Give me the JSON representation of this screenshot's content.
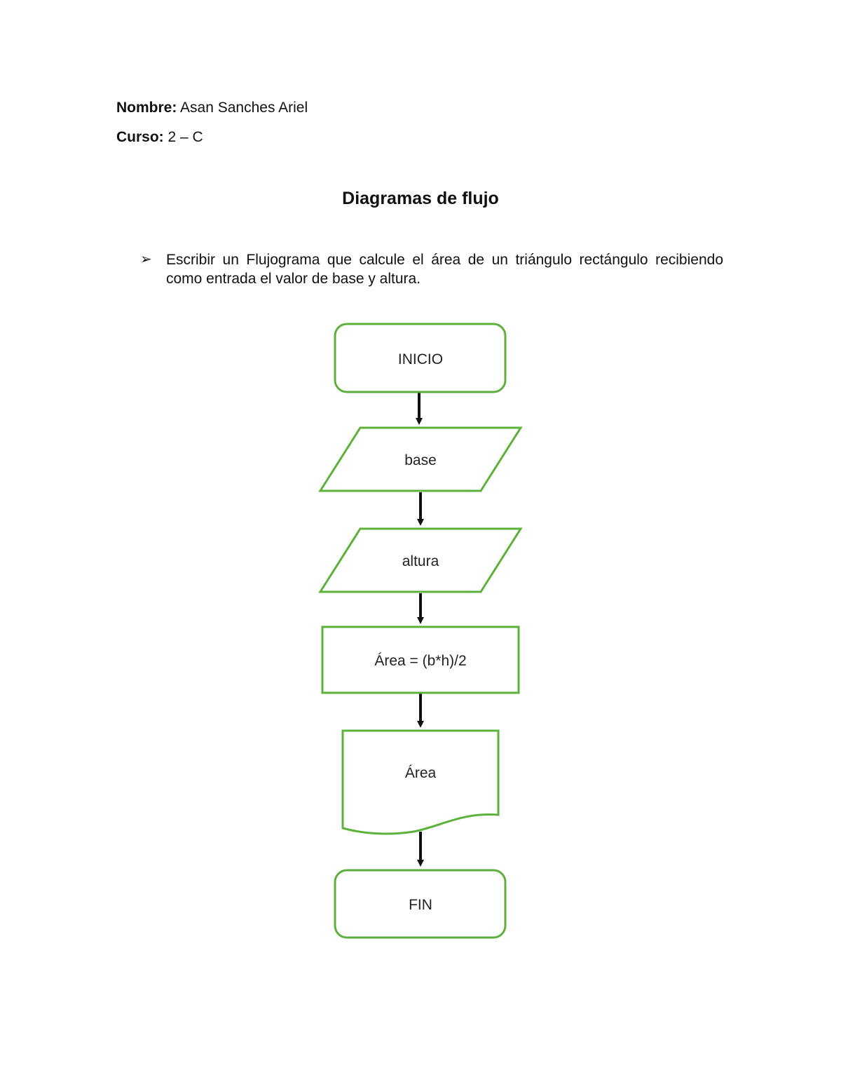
{
  "header": {
    "nombre_label": "Nombre:",
    "nombre_value": "Asan Sanches Ariel",
    "curso_label": "Curso:",
    "curso_value": "2 – C"
  },
  "title": "Diagramas de flujo",
  "task": {
    "bullet": "➢",
    "text": "Escribir un Flujograma que calcule el área de un triángulo rectángulo recibiendo como entrada el valor de base y altura."
  },
  "flowchart": {
    "nodes": [
      {
        "id": "inicio",
        "shape": "terminator",
        "label": "INICIO"
      },
      {
        "id": "base",
        "shape": "input-output",
        "label": "base"
      },
      {
        "id": "altura",
        "shape": "input-output",
        "label": "altura"
      },
      {
        "id": "calc",
        "shape": "process",
        "label": "Área = (b*h)/2"
      },
      {
        "id": "output",
        "shape": "document",
        "label": "Área"
      },
      {
        "id": "fin",
        "shape": "terminator",
        "label": "FIN"
      }
    ],
    "edges": [
      [
        "inicio",
        "base"
      ],
      [
        "base",
        "altura"
      ],
      [
        "altura",
        "calc"
      ],
      [
        "calc",
        "output"
      ],
      [
        "output",
        "fin"
      ]
    ],
    "colors": {
      "shape_stroke": "#5db13b",
      "arrow": "#111111"
    }
  }
}
